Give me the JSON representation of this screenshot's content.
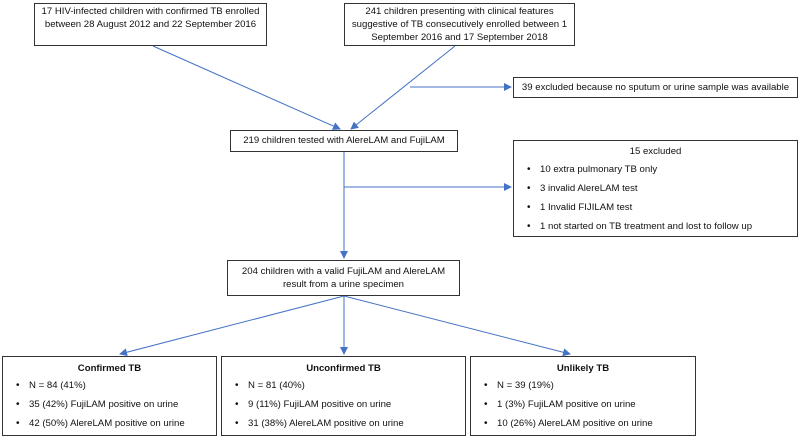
{
  "boxes": {
    "hiv": "17 HIV-infected children with confirmed TB enrolled between 28 August 2012 and 22 September 2016",
    "clinical": "241 children presenting with clinical features suggestive of TB consecutively enrolled between 1 September 2016 and 17 September 2018",
    "excluded39": "39 excluded because no sputum or urine sample was available",
    "tested": "219 children tested with AlereLAM and FujiLAM",
    "excluded15": {
      "title": "15 excluded",
      "items": [
        "10 extra pulmonary TB only",
        "3 invalid AlereLAM test",
        "1 Invalid FIJILAM test",
        "1 not started on TB treatment and lost to follow up"
      ]
    },
    "valid": "204 children with a valid FujiLAM and AlereLAM result from a urine specimen"
  },
  "groups": [
    {
      "title": "Confirmed TB",
      "items": [
        "N = 84 (41%)",
        "35 (42%) FujiLAM positive on urine",
        "42 (50%) AlereLAM  positive on urine"
      ]
    },
    {
      "title": "Unconfirmed TB",
      "items": [
        "N = 81 (40%)",
        "9 (11%) FujiLAM positive on urine",
        "31 (38%) AlereLAM positive on urine"
      ]
    },
    {
      "title": "Unlikely TB",
      "items": [
        "N = 39 (19%)",
        "1 (3%) FujiLAM positive on urine",
        "10 (26%) AlereLAM positive on urine"
      ]
    }
  ],
  "colors": {
    "arrow": "#4472c4",
    "border": "#333333"
  }
}
